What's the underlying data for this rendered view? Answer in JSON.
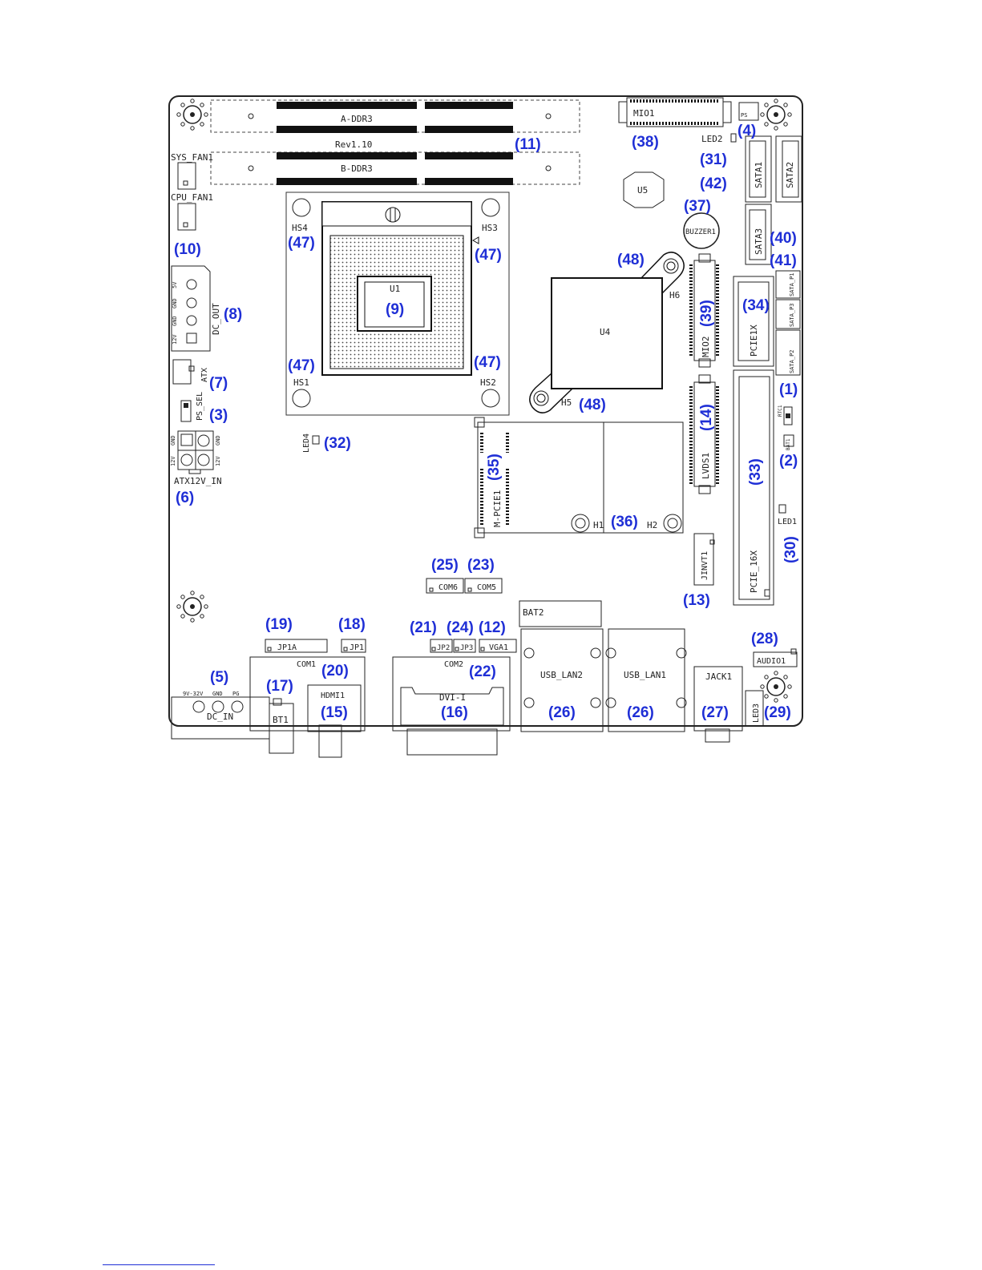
{
  "colors": {
    "callout": "#1f2fd6",
    "outline": "#222222",
    "slot_fill": "#111111"
  },
  "labels": {
    "a_ddr3": "A-DDR3",
    "rev": "Rev1.10",
    "b_ddr3": "B-DDR3",
    "sys_fan": "SYS_FAN1",
    "cpu_fan": "CPU_FAN1",
    "dc_out": "DC_OUT",
    "atx": "ATX",
    "ps_sel": "PS_SEL",
    "atx12v": "ATX12V_IN",
    "hs4": "HS4",
    "hs3": "HS3",
    "hs1": "HS1",
    "hs2": "HS2",
    "u1": "U1",
    "u4": "U4",
    "u5": "U5",
    "buzzer": "BUZZER1",
    "mio1": "MIO1",
    "mio2": "MIO2",
    "led2": "LED2",
    "ps": "PS",
    "sata1": "SATA1",
    "sata2": "SATA2",
    "sata3": "SATA3",
    "sata_p1": "SATA_P1",
    "sata_p3": "SATA_P3",
    "sata_p2": "SATA_P2",
    "h6": "H6",
    "h5": "H5",
    "h1": "H1",
    "h2": "H2",
    "pcie1x": "PCIE1X",
    "pcie16x": "PCIE_16X",
    "lvds1": "LVDS1",
    "rtc1": "RTC1",
    "bat1": "BAT1",
    "led1": "LED1",
    "led4": "LED4",
    "m_pcie1": "M-PCIE1",
    "jinvt1": "JINVT1",
    "com6": "COM6",
    "com5": "COM5",
    "bat2": "BAT2",
    "jp1a": "JP1A",
    "jp1": "JP1",
    "com1": "COM1",
    "jp2": "JP2",
    "jp3": "JP3",
    "vga1": "VGA1",
    "com2": "COM2",
    "hdmi1": "HDMI1",
    "dvi": "DVI-I",
    "usb_lan2": "USB_LAN2",
    "usb_lan1": "USB_LAN1",
    "jack1": "JACK1",
    "audio1": "AUDIO1",
    "led3": "LED3",
    "dc_in": "DC_IN",
    "bt1": "BT1",
    "pin_9v32v": "9V-32V",
    "pin_gnd": "GND",
    "pin_pg": "PG",
    "pin_5v": "5V",
    "pin_12v": "12V"
  },
  "callouts": {
    "c1": "(1)",
    "c2": "(2)",
    "c3": "(3)",
    "c4": "(4)",
    "c5": "(5)",
    "c6": "(6)",
    "c7": "(7)",
    "c8": "(8)",
    "c9": "(9)",
    "c10": "(10)",
    "c11": "(11)",
    "c12": "(12)",
    "c13": "(13)",
    "c14": "(14)",
    "c15": "(15)",
    "c16": "(16)",
    "c17": "(17)",
    "c18": "(18)",
    "c19": "(19)",
    "c20": "(20)",
    "c21": "(21)",
    "c22": "(22)",
    "c23": "(23)",
    "c24": "(24)",
    "c25": "(25)",
    "c26": "(26)",
    "c27": "(27)",
    "c28": "(28)",
    "c29": "(29)",
    "c30": "(30)",
    "c31": "(31)",
    "c32": "(32)",
    "c33": "(33)",
    "c34": "(34)",
    "c35": "(35)",
    "c36": "(36)",
    "c37": "(37)",
    "c38": "(38)",
    "c39": "(39)",
    "c40": "(40)",
    "c41": "(41)",
    "c42": "(42)",
    "c47": "(47)",
    "c48": "(48)"
  }
}
